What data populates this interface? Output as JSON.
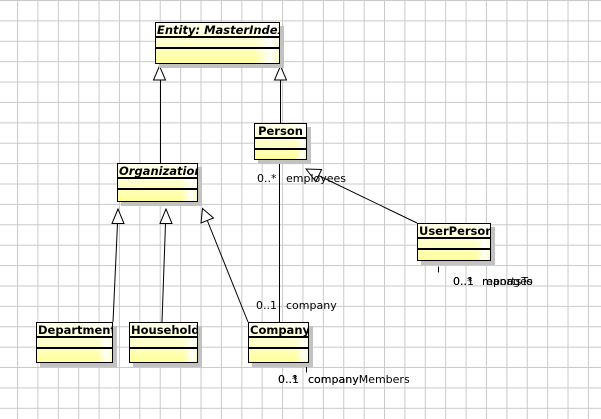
{
  "diagram": {
    "classes": [
      {
        "name": "Entity: MasterIndex",
        "abstract": true
      },
      {
        "name": "Person",
        "abstract": false
      },
      {
        "name": "Organization",
        "abstract": true
      },
      {
        "name": "UserPerson",
        "abstract": false
      },
      {
        "name": "Department",
        "abstract": false
      },
      {
        "name": "Household",
        "abstract": false
      },
      {
        "name": "Company",
        "abstract": false
      }
    ],
    "generalizations": [
      {
        "child": "Organization",
        "parent": "Entity: MasterIndex"
      },
      {
        "child": "Person",
        "parent": "Entity: MasterIndex"
      },
      {
        "child": "UserPerson",
        "parent": "Person"
      },
      {
        "child": "Department",
        "parent": "Organization"
      },
      {
        "child": "Household",
        "parent": "Organization"
      },
      {
        "child": "Company",
        "parent": "Organization"
      }
    ],
    "labels": {
      "employees_mult": "0..*",
      "employees_role": "employees",
      "company_mult": "0..1",
      "company_role": "company",
      "manages_mult_a": "0..1",
      "manages_mult_b": "0..*",
      "manages_role_a": "manages",
      "manages_role_b": "reportsTo",
      "members_mult_a": "0..1",
      "members_mult_b": "0..*",
      "members_role_a": "company",
      "members_role_b": "companyMembers"
    },
    "colors": {
      "box_fill_top": "#FFFFEC",
      "box_fill_bottom": "#FFFF9C",
      "box_border": "#000000",
      "box_shadow": "#C2C2C2",
      "grid_line": "#C9C9C9",
      "canvas_bg": "#FFFFFF",
      "connector": "#000000"
    }
  }
}
